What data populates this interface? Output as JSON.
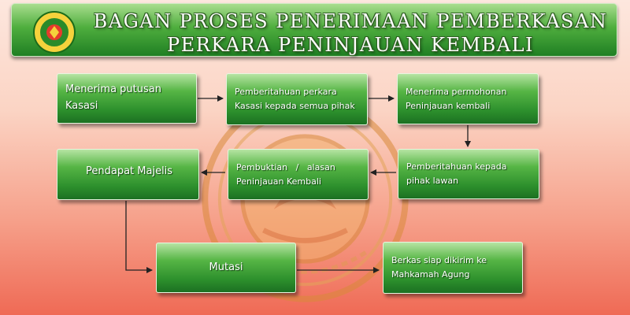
{
  "title": {
    "line1": "BAGAN PROSES PENERIMAAN PEMBERKASAN",
    "line2": "PERKARA PENINJAUAN KEMBALI"
  },
  "colors": {
    "box_green": "#3a9e34",
    "banner_green": "#2f8f2a",
    "background_top": "#fde7de",
    "background_bottom": "#ef6a55",
    "arrow": "#222222"
  },
  "logo": {
    "icon": "court-emblem-icon"
  },
  "nodes": {
    "menerima_putusan": {
      "text": "Menerima putusan Kasasi"
    },
    "pemberitahuan_perkara": {
      "line1": "Pemberitahuan perkara",
      "line2": "Kasasi kepada semua pihak"
    },
    "menerima_permohonan": {
      "line1": "Menerima permohonan",
      "line2": "Peninjauan kembali"
    },
    "pemberitahuan_kepada": {
      "line1": "Pemberitahuan kepada",
      "line2": "pihak lawan"
    },
    "pembuktian": {
      "line1": "Pembuktian   /   alasan",
      "line2": "Peninjauan Kembali"
    },
    "pendapat_majelis": {
      "text": "Pendapat Majelis"
    },
    "mutasi": {
      "text": "Mutasi"
    },
    "berkas_siap": {
      "line1": "Berkas siap dikirim ke",
      "line2": "Mahkamah Agung"
    }
  }
}
